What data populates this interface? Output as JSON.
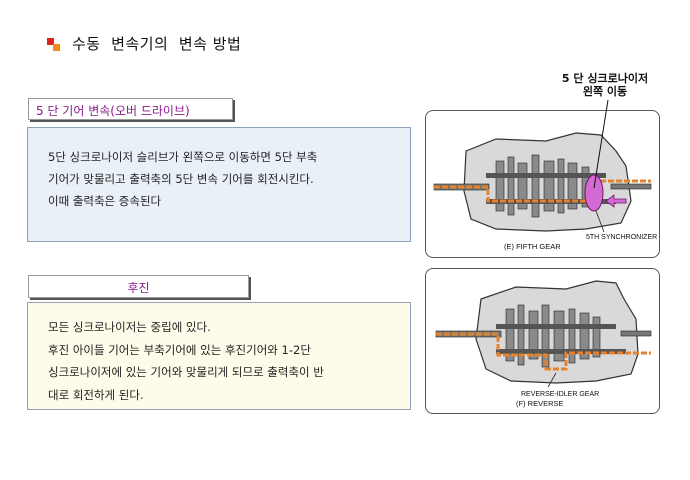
{
  "page_title": "수동  변속기의  변속 방법",
  "sections": [
    {
      "tab_label": "5 단 기어 변속(오버 드라이브)",
      "lines": [
        "5단 싱크로나이저 슬리브가 왼쪽으로 이동하면 5단 부축",
        "기어가 맞물리고 출력축의 5단 변속 기어를 회전시킨다.",
        "이때 출력축은 증속된다"
      ]
    },
    {
      "tab_label": "후진",
      "lines": [
        "모든 싱크로나이저는 중립에 있다.",
        "후진 아이들 기어는 부축기어에 있는 후진기어와 1-2단",
        "싱크로나이저에 있는 기어와 맞물리게 되므로 출력축이 반",
        "대로 회전하게 된다."
      ]
    }
  ],
  "callout": {
    "line1": "5 단 싱크로나이저",
    "line2": "왼쪽 이동"
  },
  "diagrams": [
    {
      "label_component": "5TH SYNCHRONIZER",
      "caption": "(E)  FIFTH  GEAR"
    },
    {
      "label_component": "REVERSE-IDLER GEAR",
      "caption": "(F)  REVERSE"
    }
  ],
  "colors": {
    "title_bullet_red": "#e2211c",
    "title_bullet_orange": "#f08c1e",
    "tab_text": "#8a1c8a",
    "box1_bg": "#eaf0f8",
    "box2_bg": "#fdfbea",
    "power_flow": "#e8822a",
    "synchronizer_highlight": "#d46ad4"
  }
}
